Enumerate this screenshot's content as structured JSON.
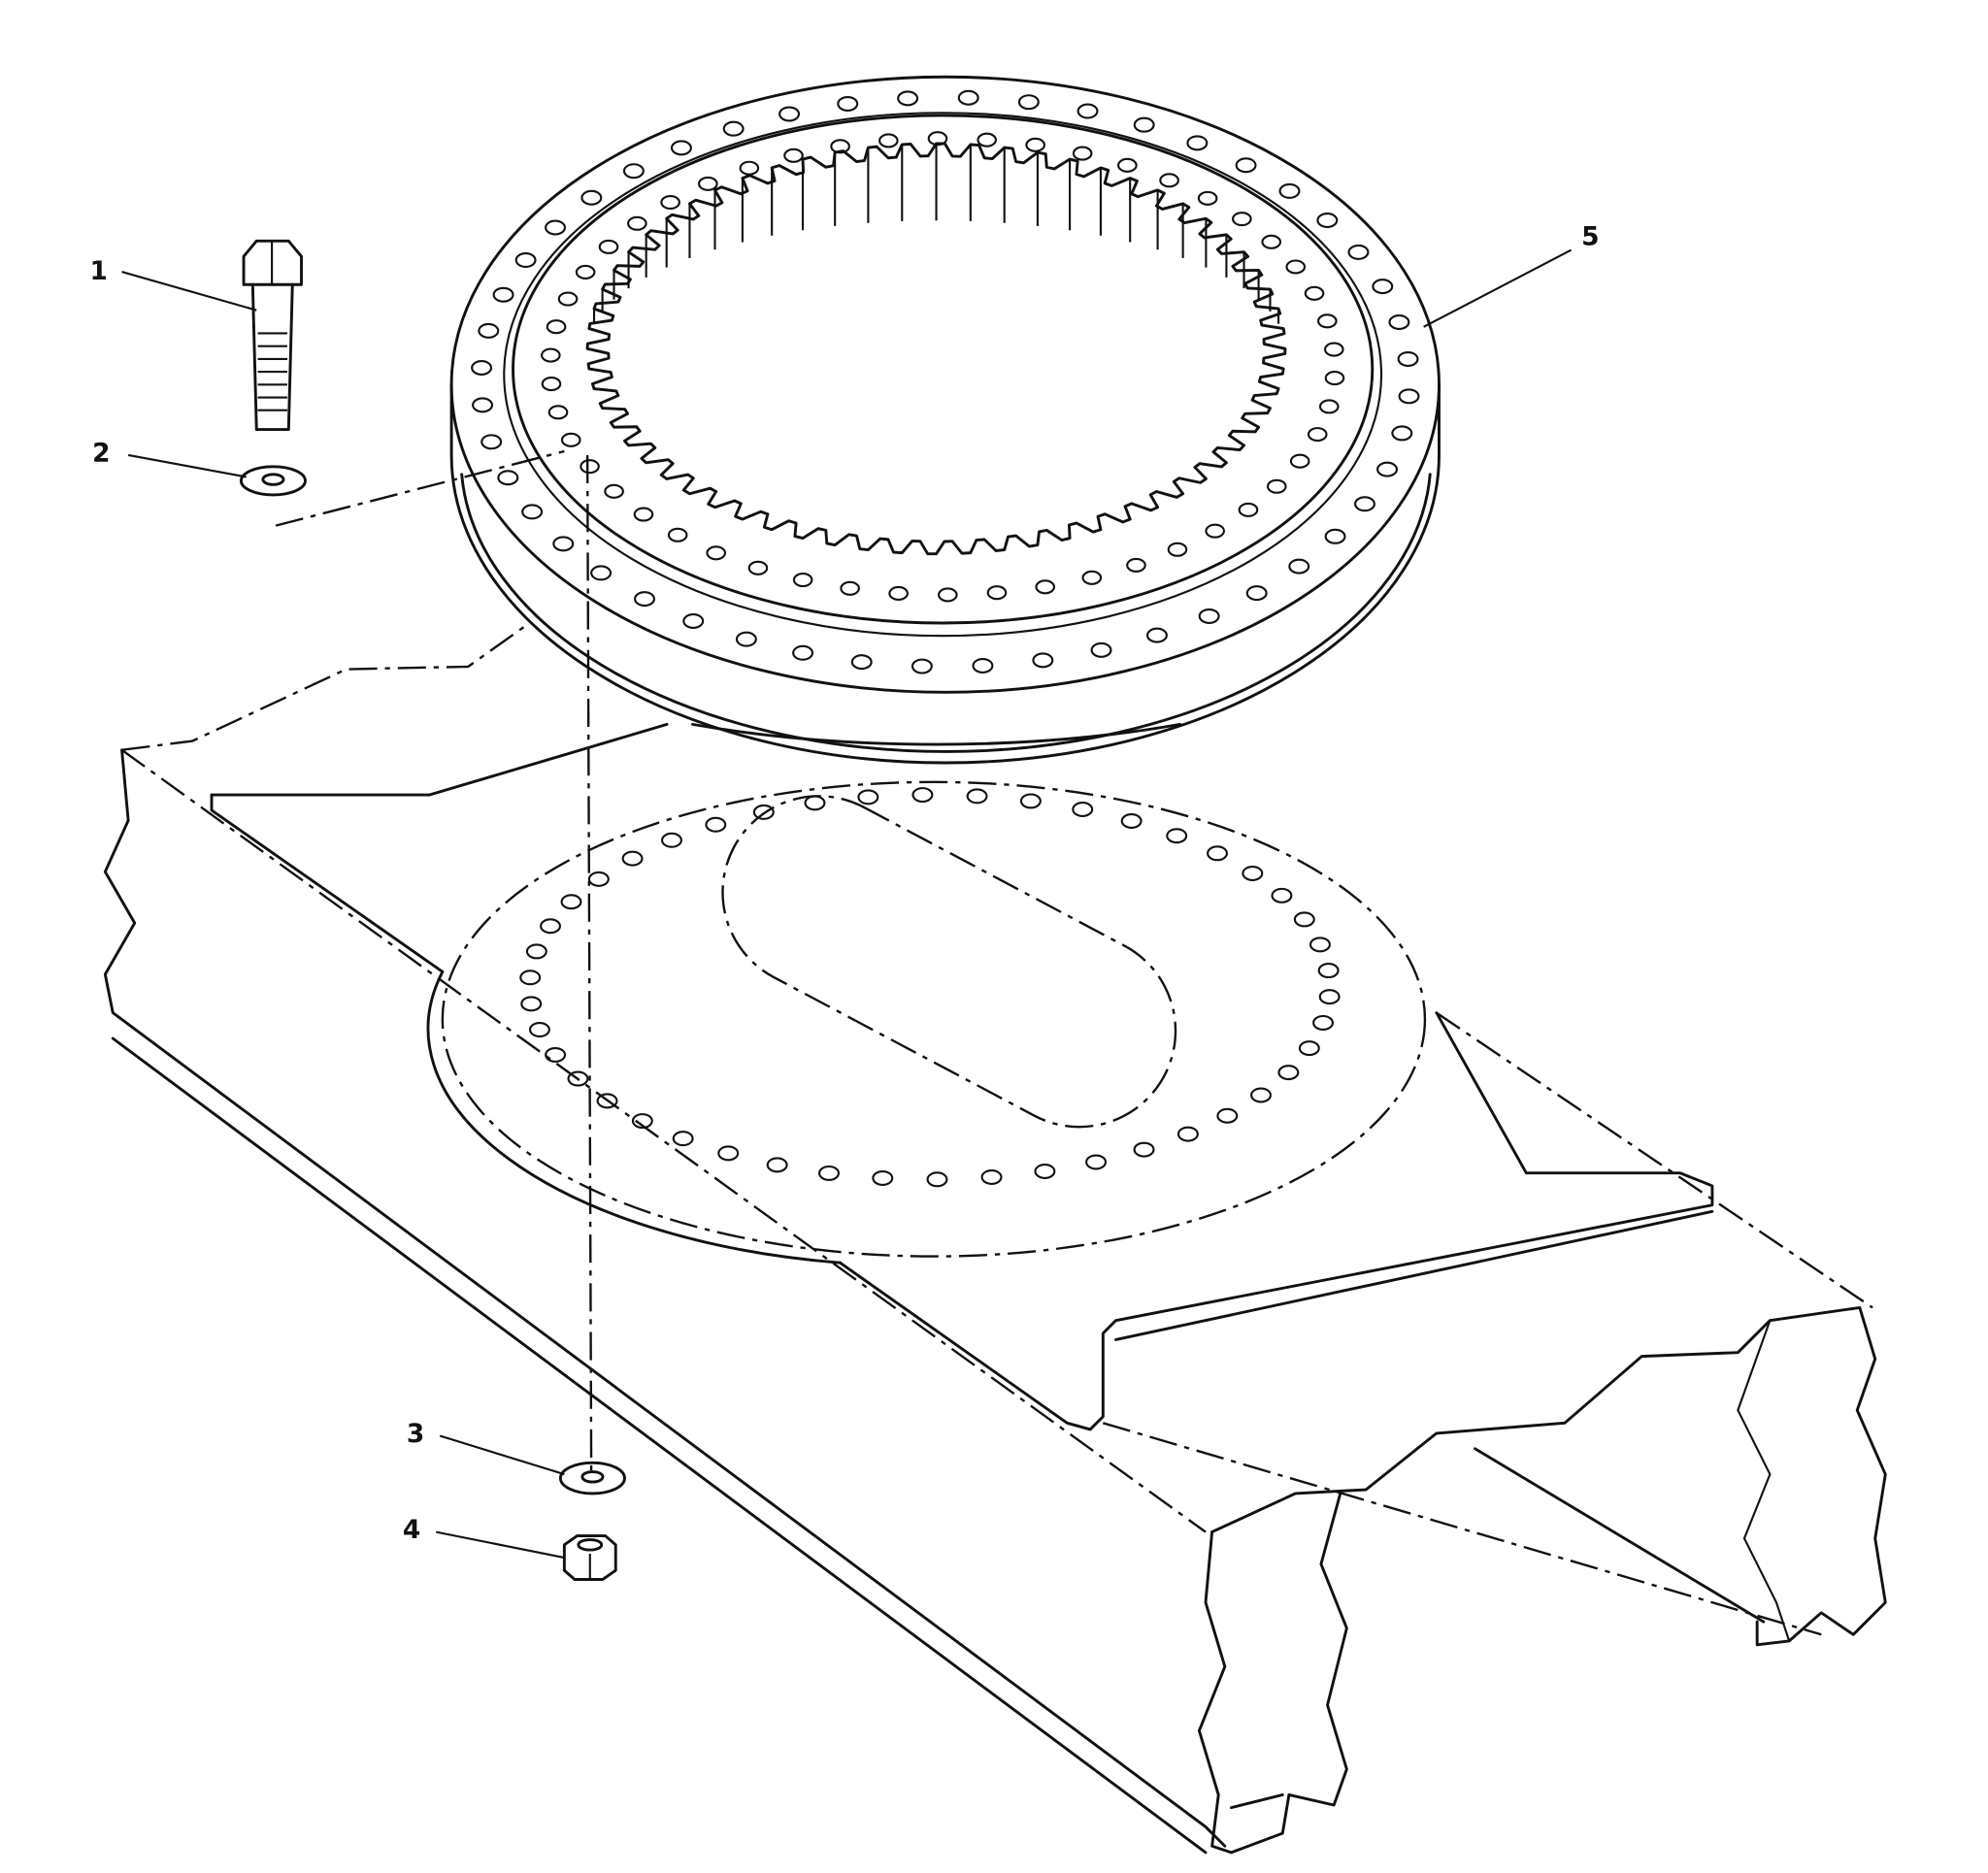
{
  "diagram": {
    "callouts": [
      {
        "label": "1",
        "part": "bolt"
      },
      {
        "label": "2",
        "part": "washer"
      },
      {
        "label": "3",
        "part": "washer"
      },
      {
        "label": "4",
        "part": "nut"
      },
      {
        "label": "5",
        "part": "swing-bearing-ring-gear"
      }
    ],
    "colors": {
      "line": "#111111",
      "background": "#ffffff"
    }
  }
}
